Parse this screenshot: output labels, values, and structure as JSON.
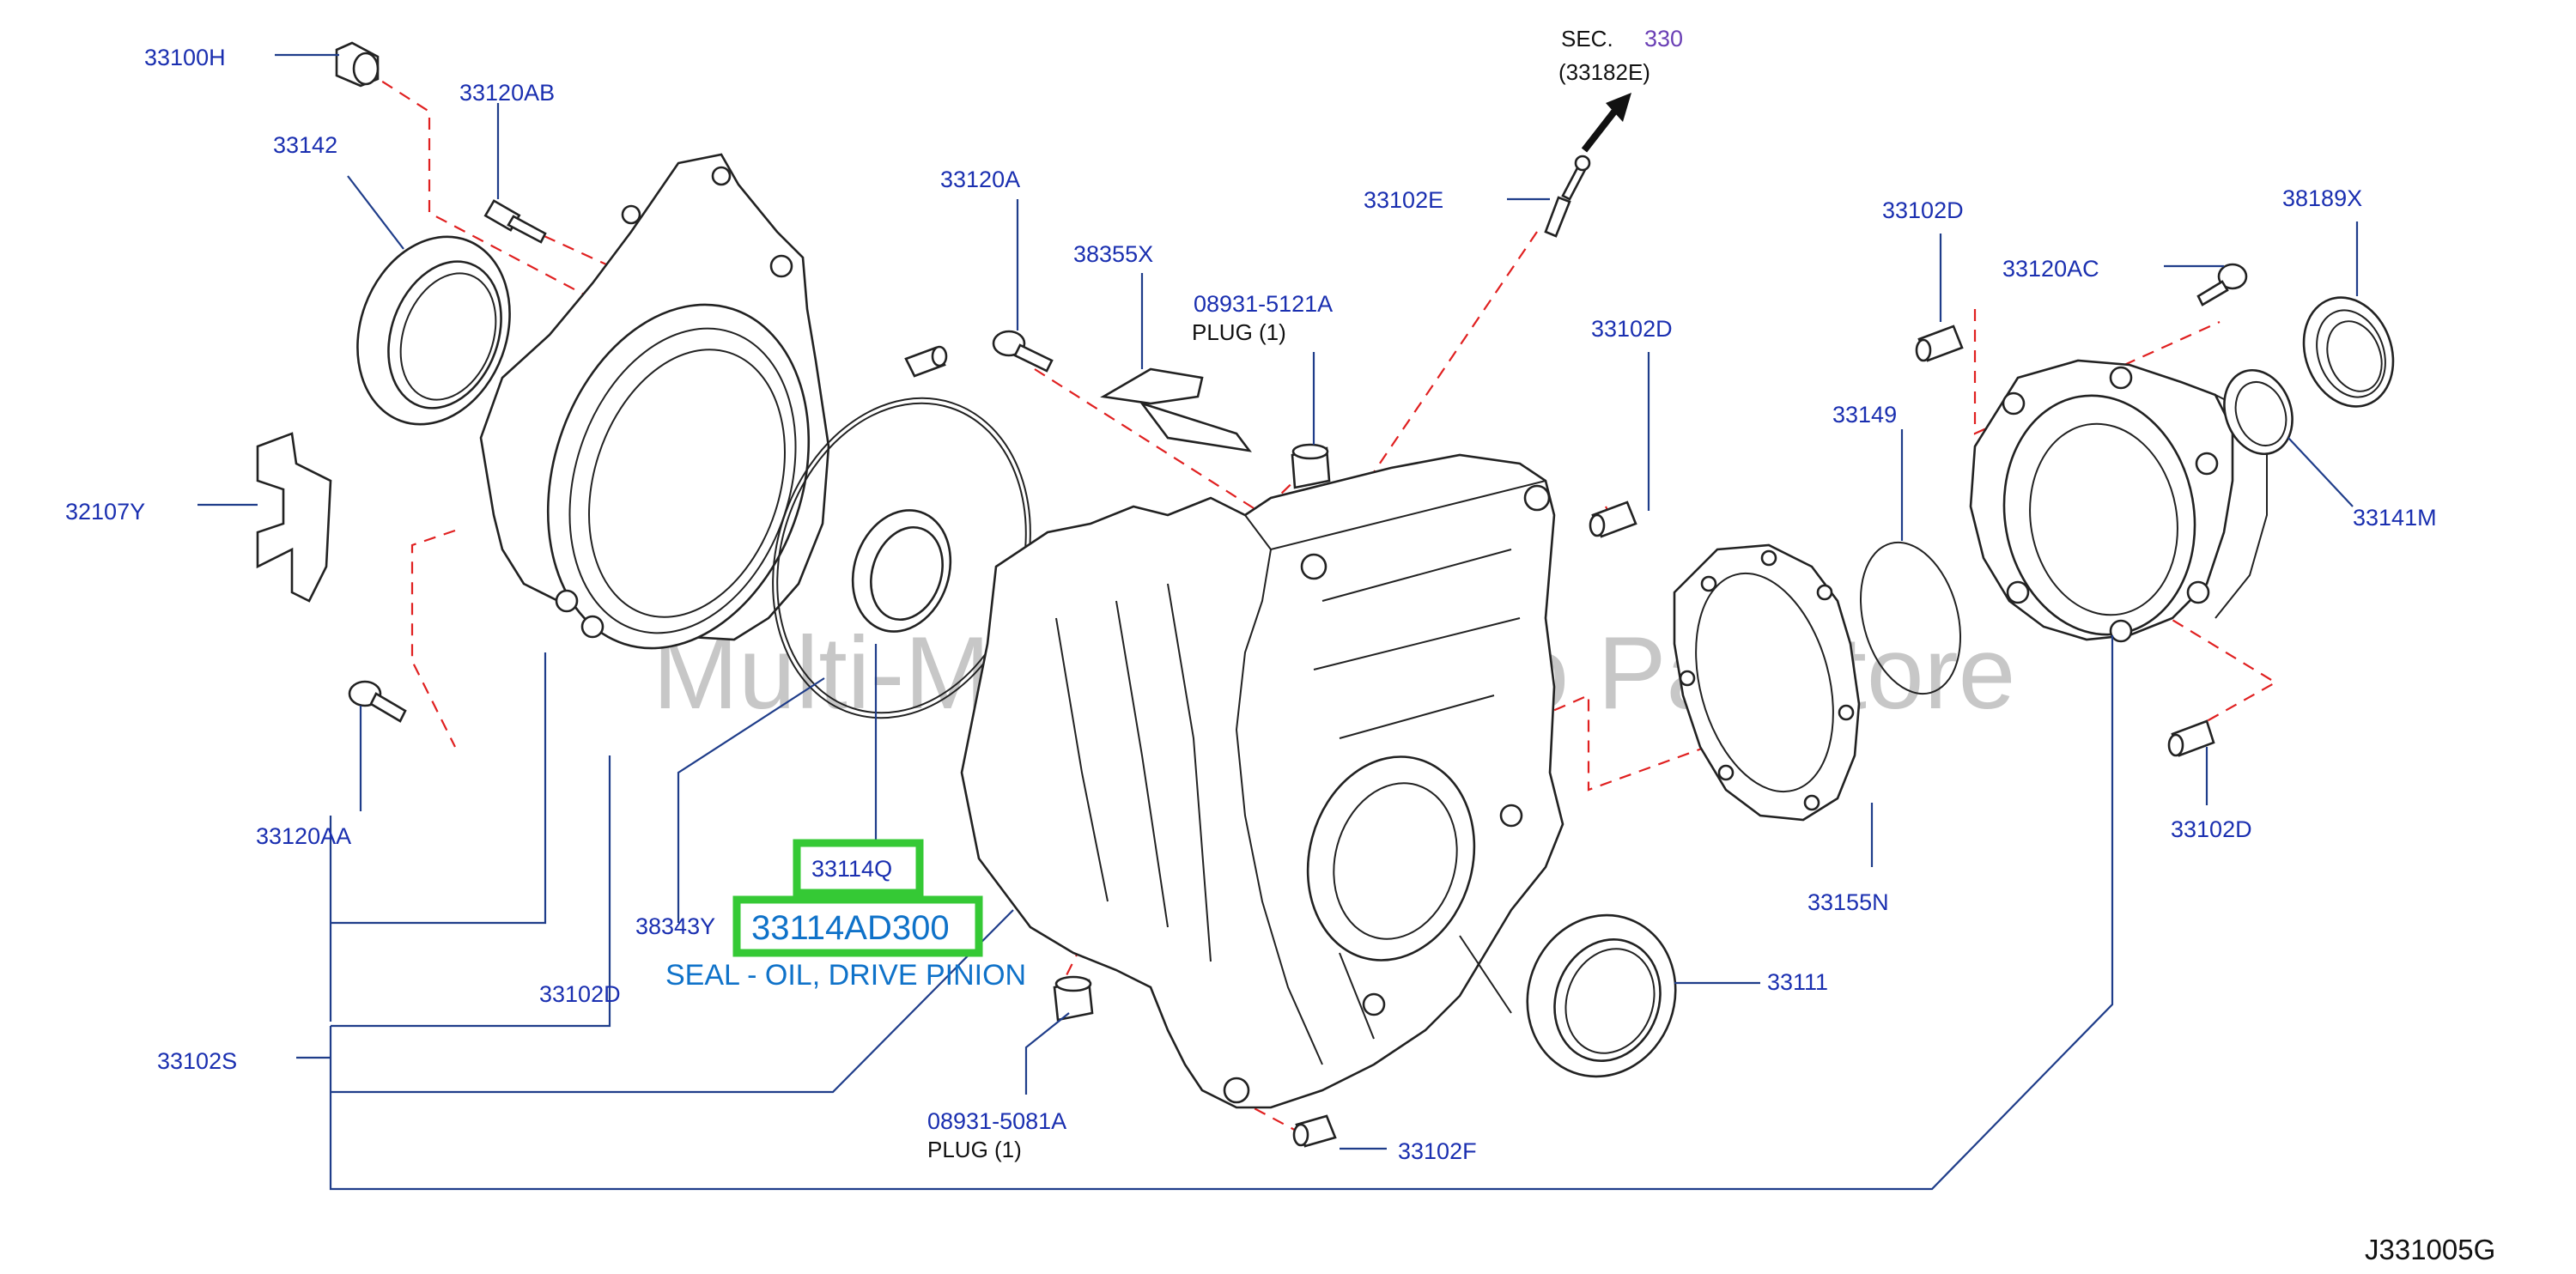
{
  "labels": {
    "p33100H": "33100H",
    "p33120AB": "33120AB",
    "p33142": "33142",
    "p32107Y": "32107Y",
    "p33120AA": "33120AA",
    "p33120A": "33120A",
    "p38355X": "38355X",
    "p08931_5121A": "08931-5121A",
    "plug1_text": "PLUG   (1)",
    "p33102E": "33102E",
    "sec_prefix": "SEC.",
    "sec_num": "330",
    "sec_ref": "(33182E)",
    "p33102D_a": "33102D",
    "p33102D_b": "33102D",
    "p33120AC": "33120AC",
    "p38189X": "38189X",
    "p33149": "33149",
    "p33141M": "33141M",
    "p33102D_c": "33102D",
    "p33155N": "33155N",
    "p33111": "33111",
    "p33102F": "33102F",
    "p08931_5081A": "08931-5081A",
    "plug2_text": "PLUG   (1)",
    "p33114Q": "33114Q",
    "p38343Y": "38343Y",
    "p33102D_d": "33102D",
    "p33102S": "33102S",
    "highlight_part": "33114AD300",
    "highlight_desc": "SEAL - OIL, DRIVE PINION",
    "watermark": "Multi-Merchant Auto Partstore",
    "diagram_ref": "J331005G"
  },
  "colors": {
    "label_blue": "#1a2fb0",
    "highlight_green": "#35c935",
    "highlight_text": "#0f72c9",
    "dash_red": "#e02020",
    "section_purple": "#6a3fb5"
  }
}
